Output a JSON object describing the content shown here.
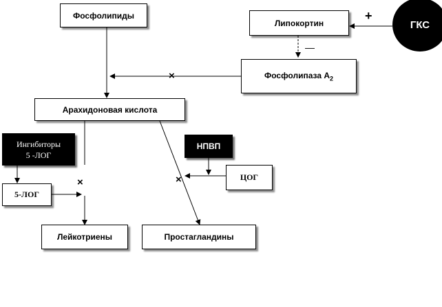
{
  "nodes": {
    "phospholipids": "Фосфолипиды",
    "lipocortin": "Липокортин",
    "gks": "ГКС",
    "phospholipase_text": "Фосфолипаза А",
    "phospholipase_sub": "2",
    "arachidonic_acid": "Арахидоновая кислота",
    "inhibitors_line1": "Ингибиторы",
    "inhibitors_line2": "5 -ЛОГ",
    "nsaid": "НПВП",
    "cox": "ЦОГ",
    "lox": "5-ЛОГ",
    "leukotrienes": "Лейкотриены",
    "prostaglandins": "Простагландины"
  },
  "signs": {
    "plus": "+",
    "minus": "—",
    "block": "×"
  },
  "colors": {
    "line": "#000000",
    "dark_box": "#000000",
    "light_box": "#ffffff"
  }
}
